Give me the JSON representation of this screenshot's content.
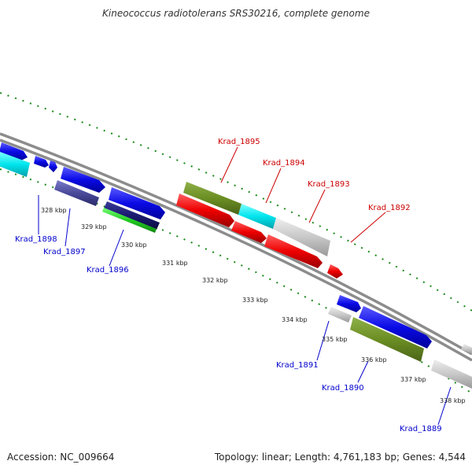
{
  "title": "Kineococcus radiotolerans SRS30216, complete genome",
  "footer": {
    "accession": "Accession: NC_009664",
    "topology": "Topology: linear; Length: 4,761,183 bp; Genes: 4,544"
  },
  "ticks": [
    "328 kbp",
    "329 kbp",
    "330 kbp",
    "331 kbp",
    "332 kbp",
    "333 kbp",
    "334 kbp",
    "335 kbp",
    "336 kbp",
    "337 kbp",
    "338 kbp"
  ],
  "genes_top": [
    "Krad_1895",
    "Krad_1894",
    "Krad_1893",
    "Krad_1892"
  ],
  "genes_bottom": [
    "Krad_1898",
    "Krad_1897",
    "Krad_1896",
    "Krad_1891",
    "Krad_1890",
    "Krad_1889"
  ],
  "colors": {
    "blue": "#0a0ae6",
    "red": "#ee0000",
    "olive": "#6b8e23",
    "cyan": "#00e5ee",
    "grey": "#c8c8c8",
    "navy": "#1a1a70",
    "slate": "#4a4a9a",
    "green": "#22cc22",
    "dotted": "#1a8a1a"
  }
}
